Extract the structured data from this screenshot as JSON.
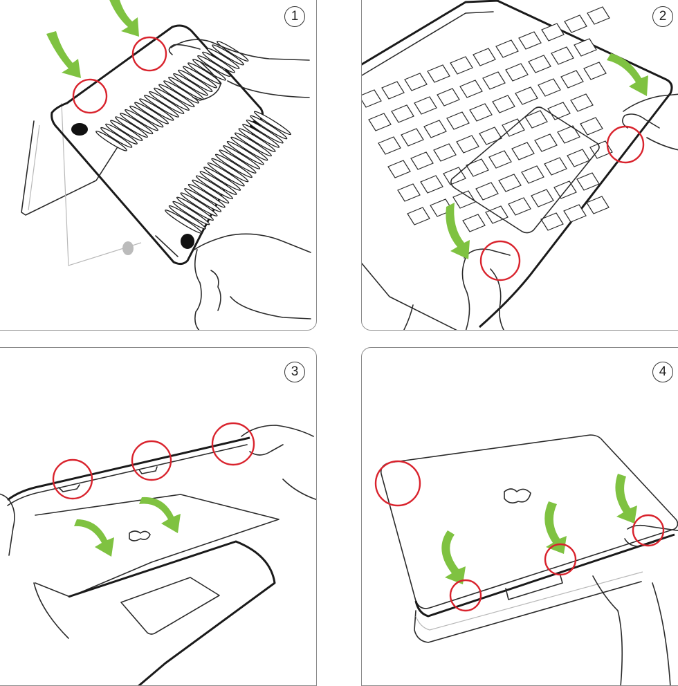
{
  "steps": [
    {
      "number": "1"
    },
    {
      "number": "2"
    },
    {
      "number": "3"
    },
    {
      "number": "4"
    }
  ],
  "colors": {
    "highlight_circle": "#d9232d",
    "arrow": "#7fc241",
    "line": "#222222"
  },
  "icons": {
    "pointer": "green-curved-arrow-icon",
    "highlight": "red-circle-icon"
  }
}
